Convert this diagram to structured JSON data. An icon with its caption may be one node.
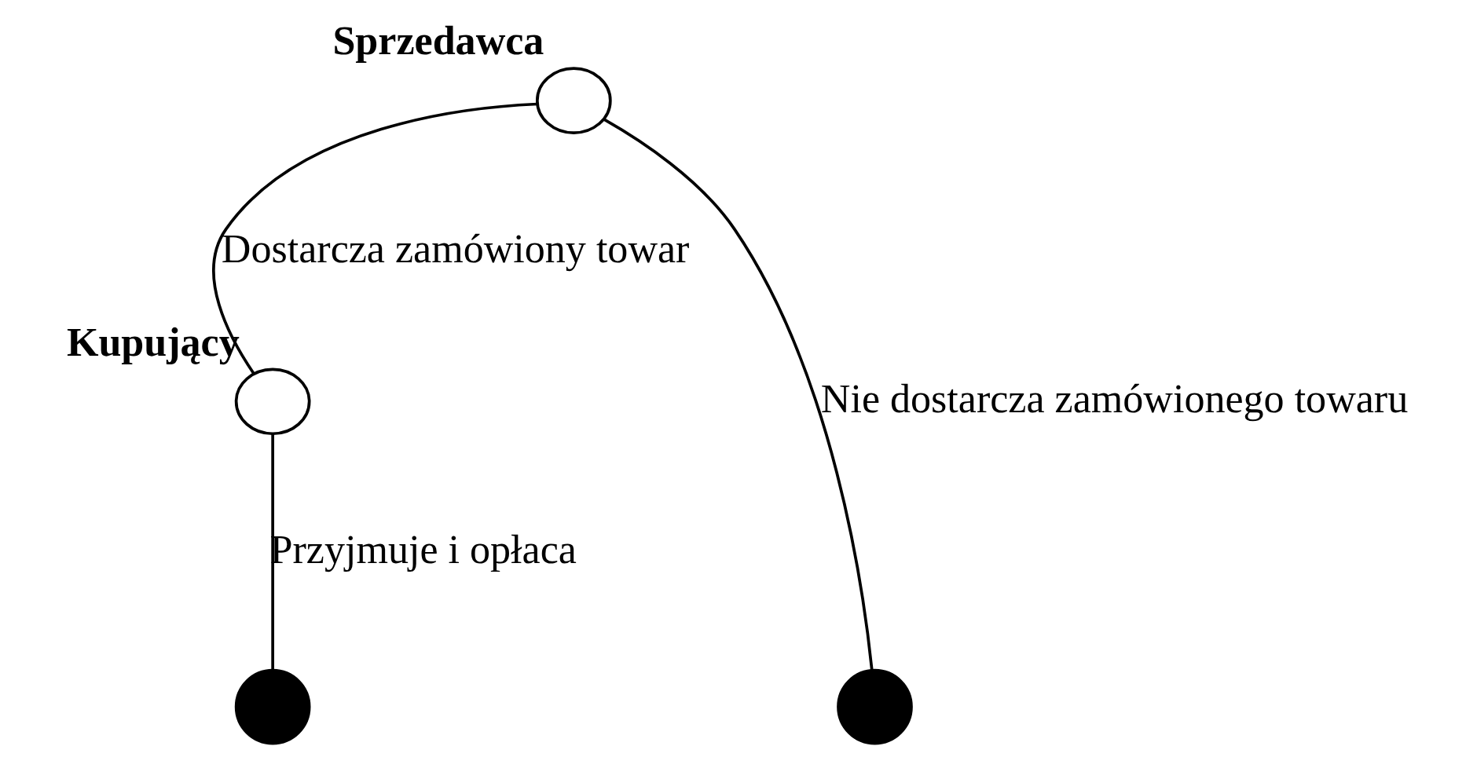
{
  "diagram": {
    "nodes": [
      {
        "text": [
          "Sprzedawca"
        ]
      },
      {
        "text": [
          "Kupujący"
        ]
      },
      {
        "text": [],
        "shape": "circle"
      },
      {
        "text": [],
        "shape": "circle"
      }
    ],
    "edges": [
      {
        "from": 0,
        "to": 1,
        "arrow": "none",
        "label": "Dostarcza zamówiony towar"
      },
      {
        "from": 0,
        "to": 3,
        "arrow": "none",
        "label": "Nie dostarcza zamówionego towaru"
      },
      {
        "from": 1,
        "to": 2,
        "arrow": "none",
        "label": "Przyjmuje i opłaca"
      }
    ]
  }
}
